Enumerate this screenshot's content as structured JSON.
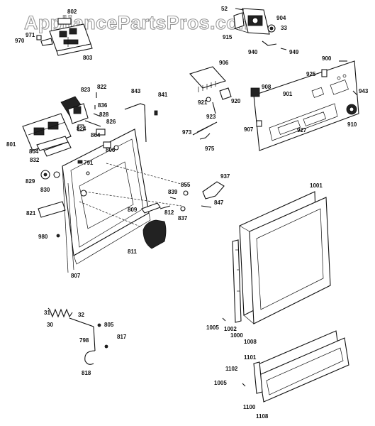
{
  "watermark": "AppliancePartsPros.com",
  "labels": {
    "l802": "802",
    "l971": "971",
    "l970": "970",
    "l803": "803",
    "l52": "52",
    "l904": "904",
    "l915": "915",
    "l33": "33",
    "l940": "940",
    "l949": "949",
    "l900": "900",
    "l925": "925",
    "l901": "901",
    "l943": "943",
    "l910": "910",
    "l906": "906",
    "l908": "908",
    "l921": "921",
    "l920": "920",
    "l923": "923",
    "l907": "907",
    "l927": "927",
    "l973": "973",
    "l975": "975",
    "l823": "823",
    "l822": "822",
    "l836": "836",
    "l828": "828",
    "l826": "826",
    "l824": "824",
    "l864": "864",
    "l843": "843",
    "l841": "841",
    "l801": "801",
    "l804": "804",
    "l832": "832",
    "l806": "806",
    "l791": "791",
    "l829": "829",
    "l830": "830",
    "l821": "821",
    "l980": "980",
    "l807": "807",
    "l839": "839",
    "l855": "855",
    "l937": "937",
    "l809": "809",
    "l812": "812",
    "l847": "847",
    "l837": "837",
    "l811": "811",
    "l1001": "1001",
    "l1005a": "1005",
    "l1002": "1002",
    "l1000": "1000",
    "l1008": "1008",
    "l31": "31",
    "l32": "32",
    "l30": "30",
    "l805": "805",
    "l798": "798",
    "l817": "817",
    "l818": "818",
    "l1101": "1101",
    "l1102": "1102",
    "l1005b": "1005",
    "l1100": "1100",
    "l1108": "1108"
  }
}
